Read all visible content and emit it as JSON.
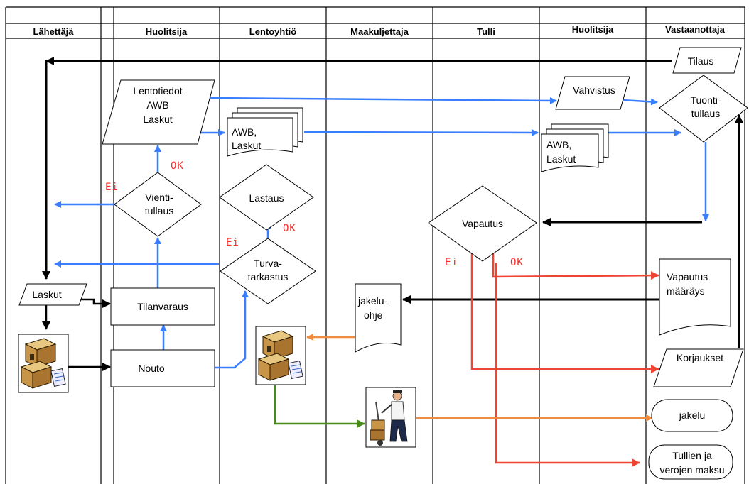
{
  "lanes": [
    "Lähettäjä",
    "Huolitsija",
    "Lentoyhtiö",
    "Maakuljettaja",
    "Tulli",
    "Huolitsija",
    "Vastaanottaja"
  ],
  "nodes": {
    "tilaus": "Tilaus",
    "vahvistus": "Vahvistus",
    "tuonti_tullaus": [
      "Tuonti-",
      "tullaus"
    ],
    "lentotiedot": [
      "Lentotiedot",
      "AWB",
      "Laskut"
    ],
    "awb_laskut_1": [
      "AWB,",
      "Laskut"
    ],
    "awb_laskut_2": [
      "AWB,",
      "Laskut"
    ],
    "vienti_tullaus": [
      "Vienti-",
      "tullaus"
    ],
    "lastaus": "Lastaus",
    "turva_tarkastus": [
      "Turva-",
      "tarkastus"
    ],
    "vapautus": "Vapautus",
    "laskut": "Laskut",
    "tilanvaraus": "Tilanvaraus",
    "nouto": "Nouto",
    "jakeluohje": [
      "jakelu-",
      "ohje"
    ],
    "vapautus_maarays": [
      "Vapautus",
      "määräys"
    ],
    "korjaukset": "Korjaukset",
    "jakelu": "jakelu",
    "tullien_maksu": [
      "Tullien ja",
      "verojen maksu"
    ]
  },
  "labels": {
    "ok_vienti": "OK",
    "ei_vienti": "Ei",
    "ok_lastaus": "OK",
    "ei_turva": "Ei",
    "ei_vapautus": "Ei",
    "ok_vapautus": "OK"
  },
  "colors": {
    "blue": "#3a7dff",
    "black": "#000000",
    "red": "#ee4433",
    "orange": "#f08a3c",
    "green": "#4a8a1c",
    "ok_text": "#ff2a2a"
  }
}
